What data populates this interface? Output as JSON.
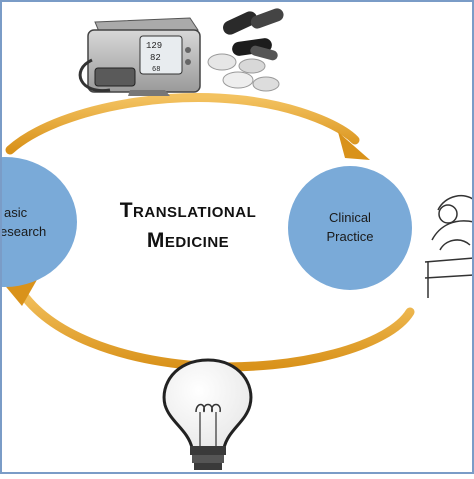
{
  "title": {
    "line1": "Translational",
    "line2": "Medicine"
  },
  "nodes": {
    "left": {
      "line1": "asic",
      "line2": "esearch",
      "color": "#7aaad8"
    },
    "right": {
      "line1": "Clinical",
      "line2": "Practice",
      "color": "#7aaad8"
    }
  },
  "arrows": {
    "color": "#e6a52a"
  },
  "icons": [
    "blood-pressure-monitor-icon",
    "pills-icon",
    "patient-bed-icon",
    "light-bulb-icon"
  ]
}
